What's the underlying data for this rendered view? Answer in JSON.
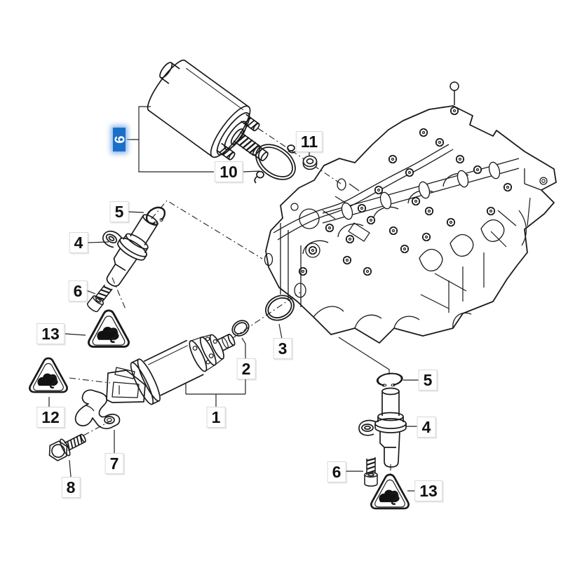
{
  "diagram": {
    "type": "exploded-parts-diagram",
    "background": "#ffffff",
    "line_color": "#1a1a1a",
    "highlight": {
      "color": "#1a6fc8",
      "text_color": "#ffffff",
      "glow": "#82afeb"
    },
    "highlighted_callout": "9",
    "callouts": [
      {
        "id": "callout-9",
        "label": "9",
        "highlighted": true
      },
      {
        "id": "callout-10",
        "label": "10",
        "highlighted": false
      },
      {
        "id": "callout-11",
        "label": "11",
        "highlighted": false
      },
      {
        "id": "callout-5-left",
        "label": "5",
        "highlighted": false
      },
      {
        "id": "callout-4-left",
        "label": "4",
        "highlighted": false
      },
      {
        "id": "callout-6-left",
        "label": "6",
        "highlighted": false
      },
      {
        "id": "callout-13-left",
        "label": "13",
        "highlighted": false
      },
      {
        "id": "callout-12",
        "label": "12",
        "highlighted": false
      },
      {
        "id": "callout-7",
        "label": "7",
        "highlighted": false
      },
      {
        "id": "callout-8",
        "label": "8",
        "highlighted": false
      },
      {
        "id": "callout-1",
        "label": "1",
        "highlighted": false
      },
      {
        "id": "callout-2",
        "label": "2",
        "highlighted": false
      },
      {
        "id": "callout-3",
        "label": "3",
        "highlighted": false
      },
      {
        "id": "callout-5-right",
        "label": "5",
        "highlighted": false
      },
      {
        "id": "callout-4-right",
        "label": "4",
        "highlighted": false
      },
      {
        "id": "callout-6-right",
        "label": "6",
        "highlighted": false
      },
      {
        "id": "callout-13-right",
        "label": "13",
        "highlighted": false
      }
    ],
    "figures": [
      "actuator-motor",
      "profile-gasket-clamp",
      "hex-nut",
      "cylinder-head",
      "snap-ring",
      "camshaft-sensor",
      "socket-screw",
      "warning-triangle",
      "solenoid-valve",
      "o-ring-small",
      "o-ring-large",
      "support-bracket",
      "hex-bolt"
    ]
  }
}
